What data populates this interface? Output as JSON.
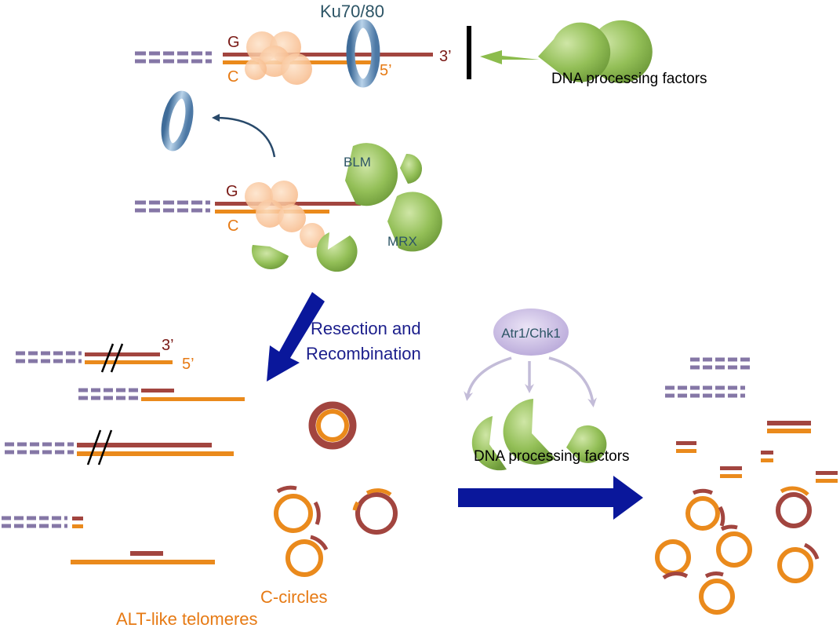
{
  "labels": {
    "ku": "Ku70/80",
    "g_top": "G",
    "c_top": "C",
    "three_prime_top": "3’",
    "five_prime_top": "5’",
    "dna_factors_top": "DNA processing factors",
    "blm": "BLM",
    "mrx": "MRX",
    "g_mid": "G",
    "c_mid": "C",
    "resection_line1": "Resection and",
    "resection_line2": "Recombination",
    "three_prime_alt": "3’",
    "five_prime_alt": "5’",
    "atr": "Atr1/Chk1",
    "dna_factors_bottom": "DNA processing factors",
    "c_circles": "C-circles",
    "alt_like": "ALT-like telomeres"
  },
  "colors": {
    "g_strand": "#a2453f",
    "c_strand": "#ea8a1c",
    "subtelomere": "#8577a6",
    "protein_green": "#8cbb4e",
    "ku_blue": "#6a93bf",
    "arrow_navy": "#0a179b",
    "arrow_light_green": "#8cbc4c",
    "atr_purple": "#c2b4df",
    "text_dark_red": "#7a1a16",
    "text_orange": "#e67a14",
    "text_teal": "#2d5566",
    "text_navy": "#1c1f8c"
  }
}
